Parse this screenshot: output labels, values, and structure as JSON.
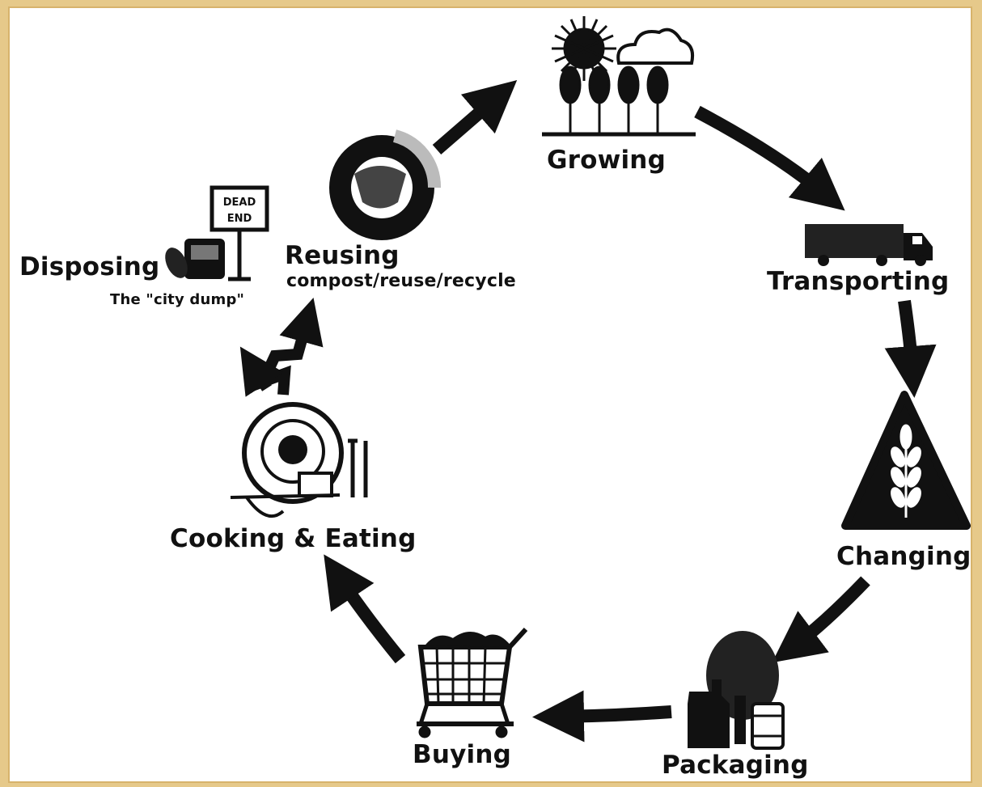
{
  "stages": {
    "growing": "Growing",
    "transporting": "Transporting",
    "changing": "Changing",
    "packaging": "Packaging",
    "buying": "Buying",
    "cooking_eating": "Cooking & Eating",
    "reusing": "Reusing",
    "reusing_sub": "compost/reuse/recycle",
    "disposing": "Disposing",
    "disposing_sub": "The \"city dump\""
  },
  "sign_text": {
    "line1": "DEAD",
    "line2": "END"
  },
  "colors": {
    "background": "#e6c98a",
    "panel": "#ffffff",
    "ink": "#111111"
  }
}
